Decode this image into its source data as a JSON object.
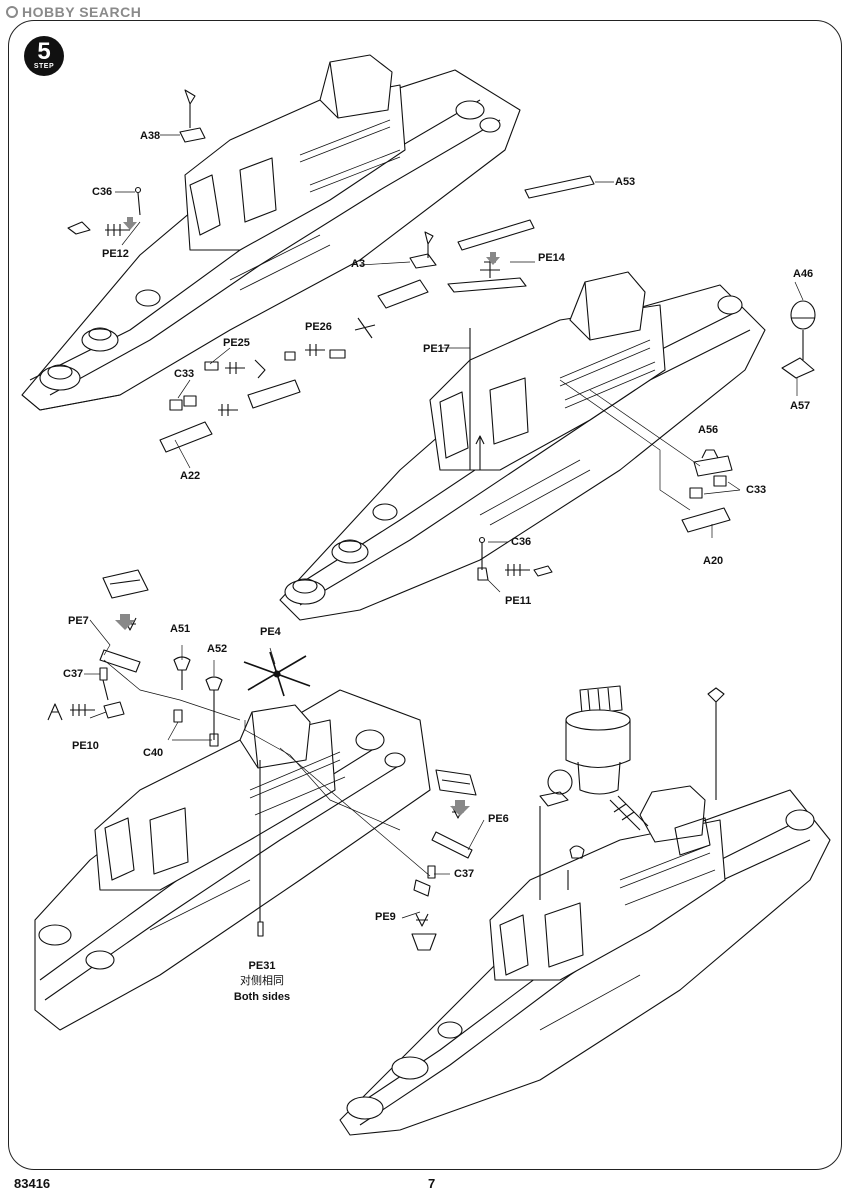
{
  "watermark": {
    "text": "HOBBY SEARCH"
  },
  "step": {
    "number": "5",
    "word": "STEP"
  },
  "callouts": {
    "a38": "A38",
    "c36_top": "C36",
    "pe12": "PE12",
    "a3": "A3",
    "a53": "A53",
    "pe14": "PE14",
    "pe25": "PE25",
    "pe26": "PE26",
    "c33_left": "C33",
    "a22": "A22",
    "pe17": "PE17",
    "a46": "A46",
    "a57": "A57",
    "a56": "A56",
    "c33_right": "C33",
    "a20": "A20",
    "c36_mid": "C36",
    "pe11": "PE11",
    "pe7": "PE7",
    "a51": "A51",
    "a52": "A52",
    "pe4": "PE4",
    "c37_left": "C37",
    "pe10": "PE10",
    "c40": "C40",
    "pe6": "PE6",
    "c37_right": "C37",
    "pe9": "PE9",
    "pe31": "PE31",
    "pe31_note_cn": "对侧相同",
    "pe31_note_en": "Both sides"
  },
  "footer": {
    "code": "83416",
    "page": "7"
  }
}
